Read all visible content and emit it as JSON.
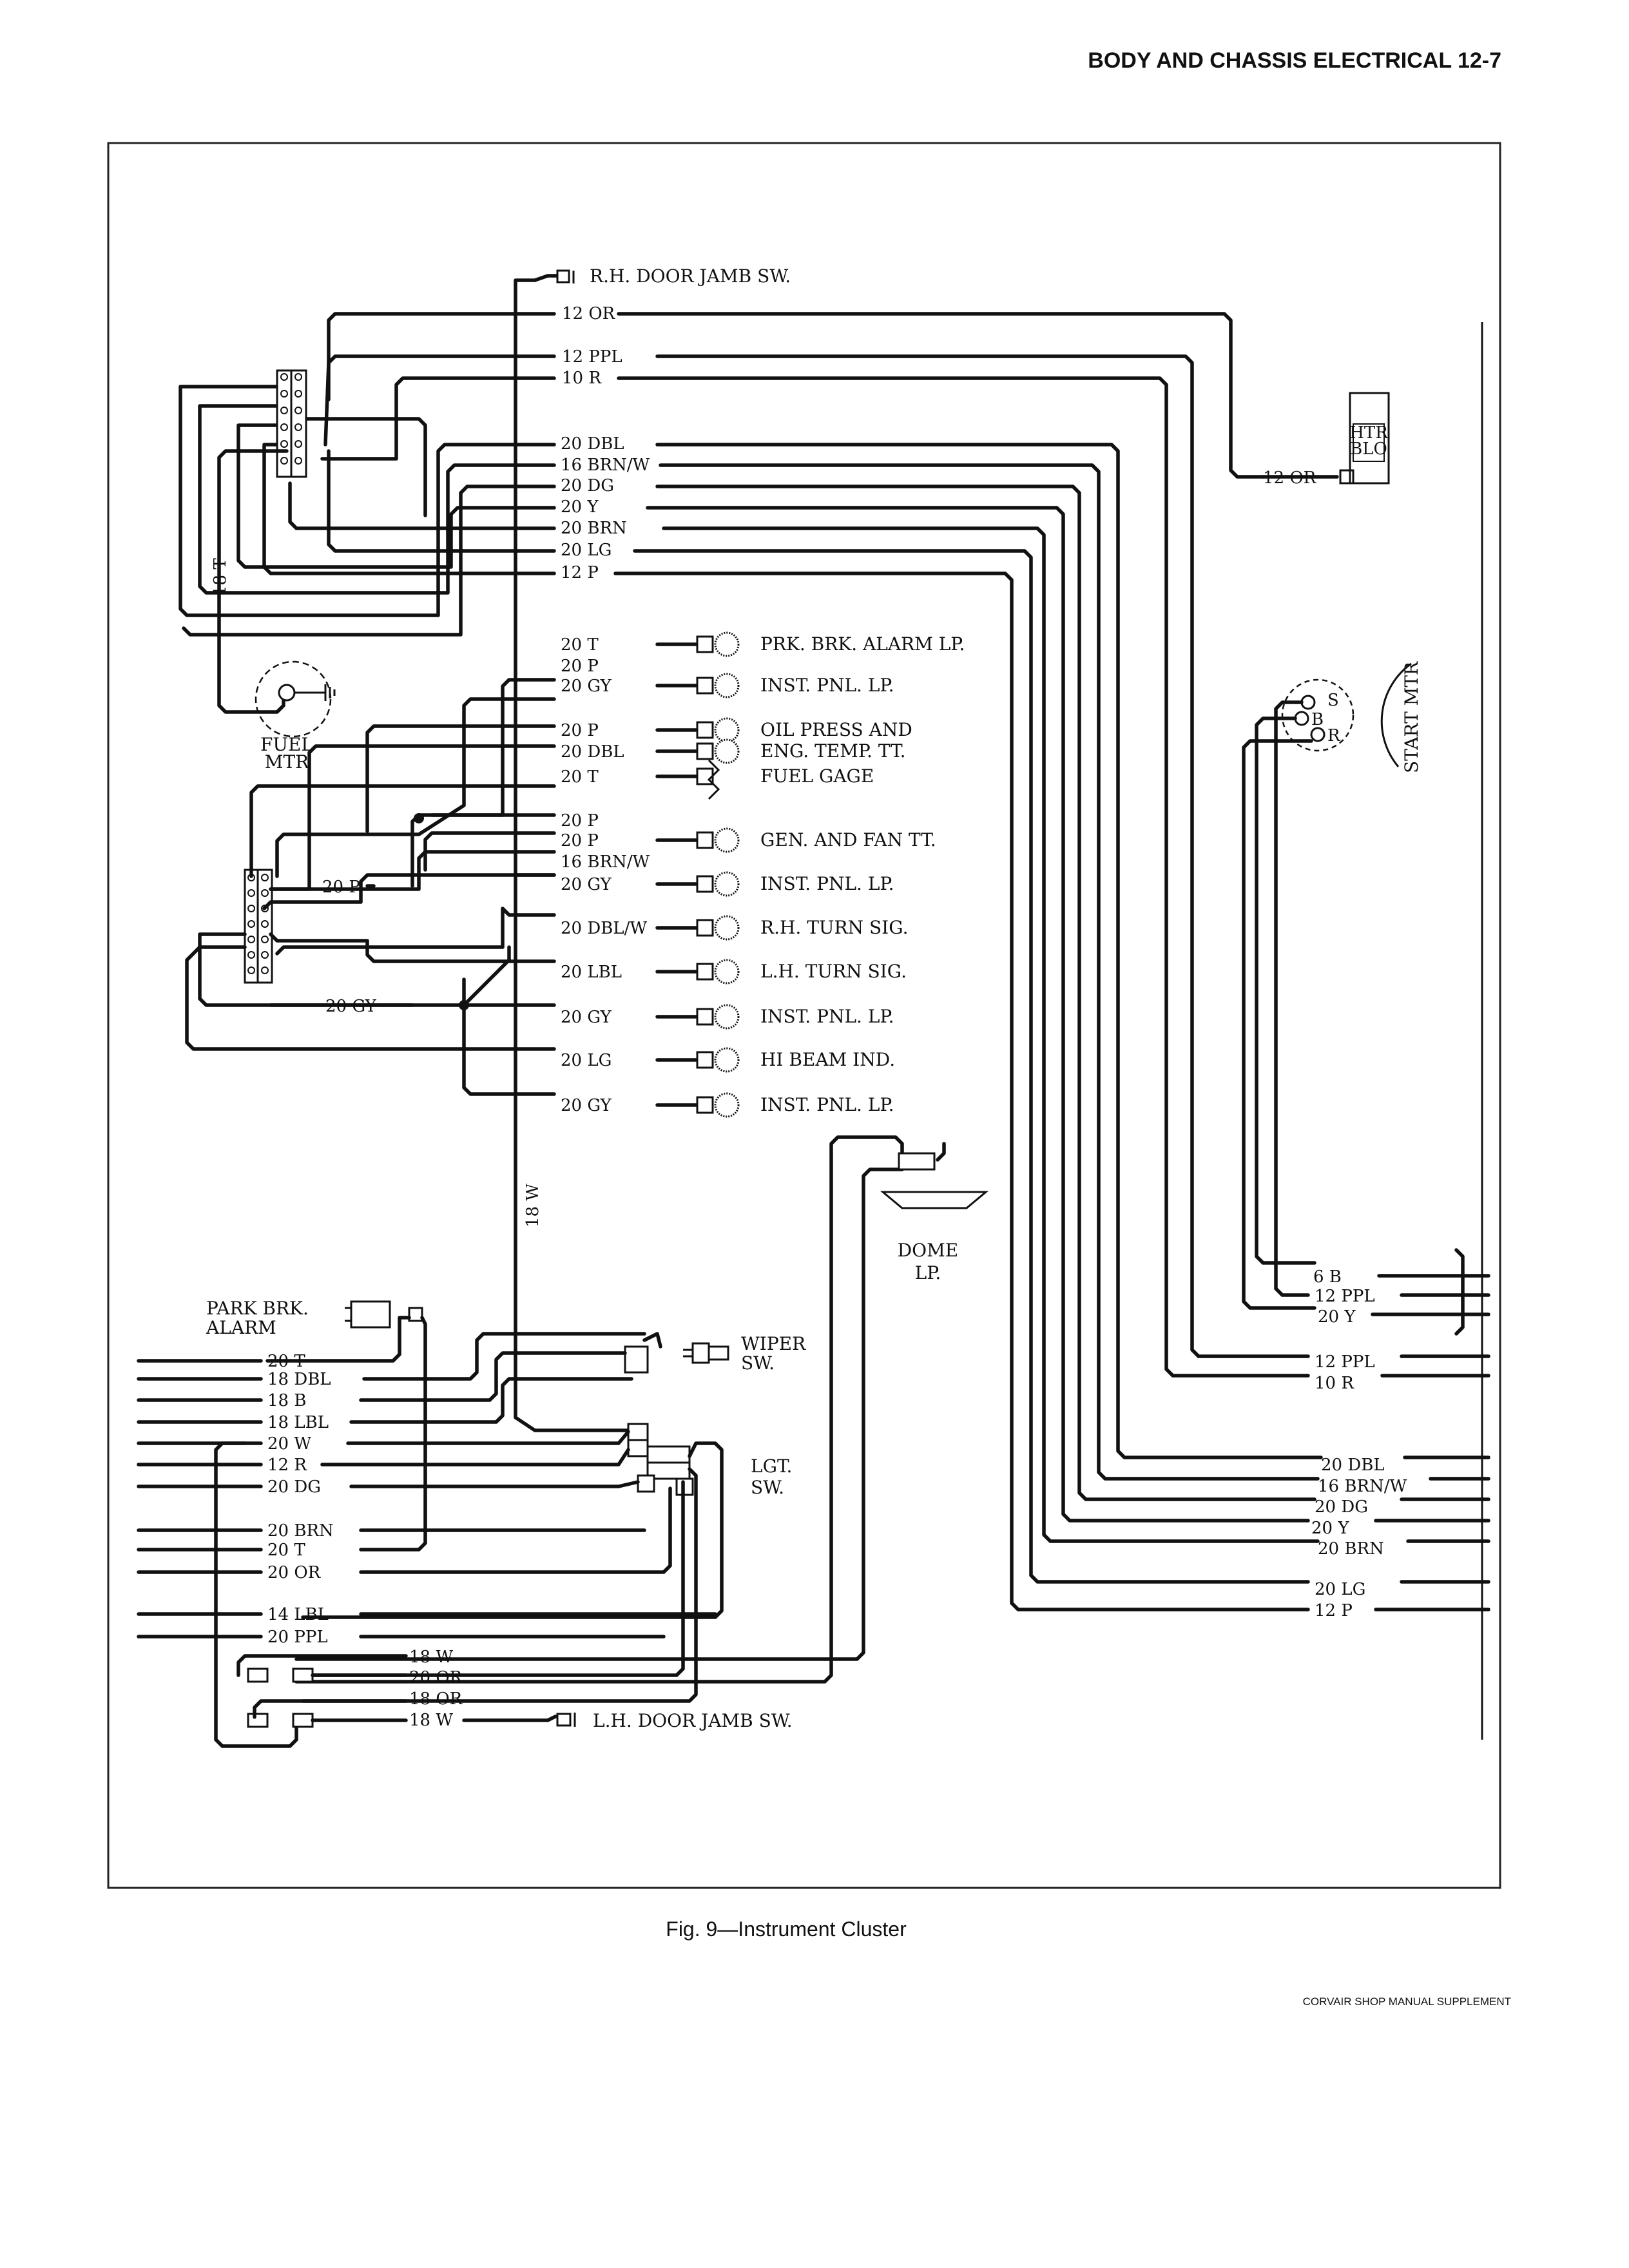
{
  "header": {
    "title": "BODY AND CHASSIS ELECTRICAL 12-7"
  },
  "caption": "Fig. 9—Instrument Cluster",
  "footer": "CORVAIR SHOP MANUAL SUPPLEMENT",
  "top_wires": [
    {
      "label": "12 OR"
    },
    {
      "label": "12 PPL"
    },
    {
      "label": "10 R"
    },
    {
      "label": "20 DBL"
    },
    {
      "label": "16 BRN/W"
    },
    {
      "label": "20 DG"
    },
    {
      "label": "20 Y"
    },
    {
      "label": "20 BRN"
    },
    {
      "label": "20 LG"
    },
    {
      "label": "12 P"
    }
  ],
  "lamp_rows": [
    {
      "wire": "20 T",
      "component": "PRK. BRK. ALARM LP."
    },
    {
      "wire": "20 P",
      "component": ""
    },
    {
      "wire": "20 GY",
      "component": "INST. PNL. LP."
    },
    {
      "wire": "20 P",
      "component": "OIL PRESS AND"
    },
    {
      "wire": "20 DBL",
      "component": "ENG. TEMP. TT."
    },
    {
      "wire": "20 T",
      "component": "FUEL GAGE"
    },
    {
      "wire": "20 P",
      "component": ""
    },
    {
      "wire": "20 P",
      "component": "GEN. AND FAN TT."
    },
    {
      "wire": "16 BRN/W",
      "component": ""
    },
    {
      "wire": "20 GY",
      "component": "INST. PNL. LP."
    },
    {
      "wire": "20 DBL/W",
      "component": "R.H. TURN SIG."
    },
    {
      "wire": "20 LBL",
      "component": "L.H. TURN SIG."
    },
    {
      "wire": "20 GY",
      "component": "INST. PNL. LP."
    },
    {
      "wire": "20 LG",
      "component": "HI BEAM IND."
    },
    {
      "wire": "20 GY",
      "component": "INST. PNL. LP."
    }
  ],
  "labels": {
    "rh_door": "R.H. DOOR JAMB SW.",
    "lh_door": "L.H. DOOR JAMB SW.",
    "htr_blo_1": "HTR",
    "htr_blo_2": "BLO",
    "htr_wire": "12 OR",
    "start_mtr": "START MTR",
    "start_s": "S",
    "start_b": "B",
    "start_r": "R",
    "fuel_mtr_1": "FUEL",
    "fuel_mtr_2": "MTR",
    "wire_18t": "18 T",
    "wire_18w": "18 W",
    "wire_20p_left": "20 P",
    "wire_20gy_left": "20 GY",
    "dome_1": "DOME",
    "dome_2": "LP.",
    "park_1": "PARK BRK.",
    "park_2": "ALARM",
    "wiper_1": "WIPER",
    "wiper_2": "SW.",
    "lgt_1": "LGT.",
    "lgt_2": "SW."
  },
  "bottom_left_wires": [
    {
      "label": "20 T"
    },
    {
      "label": "18 DBL"
    },
    {
      "label": "18 B"
    },
    {
      "label": "18 LBL"
    },
    {
      "label": "20 W"
    },
    {
      "label": "12 R"
    },
    {
      "label": "20 DG"
    },
    {
      "label": "20 BRN"
    },
    {
      "label": "20 T"
    },
    {
      "label": "20 OR"
    },
    {
      "label": "14 LBL"
    },
    {
      "label": "20 PPL"
    }
  ],
  "bottom_connector_wires": [
    {
      "label": "18 W"
    },
    {
      "label": "20 OR"
    },
    {
      "label": "18 OR"
    },
    {
      "label": "18 W"
    }
  ],
  "right_wires": [
    {
      "label": "6 B"
    },
    {
      "label": "12 PPL"
    },
    {
      "label": "20 Y"
    },
    {
      "label": "12 PPL"
    },
    {
      "label": "10 R"
    },
    {
      "label": "20 DBL"
    },
    {
      "label": "16 BRN/W"
    },
    {
      "label": "20 DG"
    },
    {
      "label": "20 Y"
    },
    {
      "label": "20 BRN"
    },
    {
      "label": "20 LG"
    },
    {
      "label": "12 P"
    }
  ]
}
